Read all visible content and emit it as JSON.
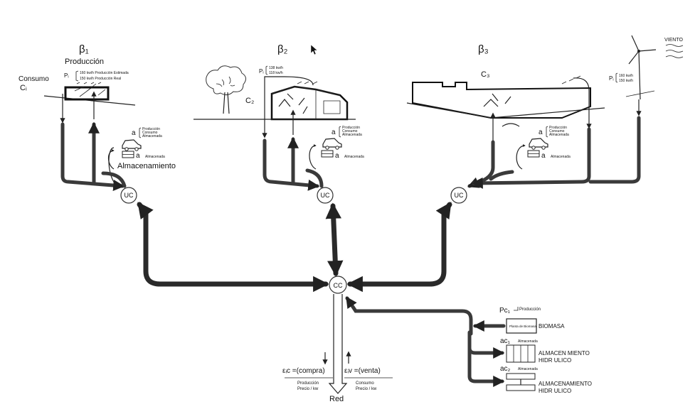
{
  "sites": [
    {
      "beta": "β₁",
      "production_title": "Producción",
      "consumption_label": "Consumo",
      "consumption_symbol": "Cᵢ",
      "p_symbol": "Pᵢ",
      "p_values": [
        "160 kw/h Producción Estimada",
        "150 kw/h Producción Real"
      ],
      "a1_symbol": "a",
      "a1_items": [
        "Producción",
        "Consumo",
        "Almacenada"
      ],
      "a2_symbol": "a",
      "a2_item": "Almacenada",
      "storage_label": "Almacenamiento",
      "node": "UC"
    },
    {
      "beta": "β₂",
      "p_symbol": "Pᵢ",
      "p_values": [
        "138 kw/h",
        "118 kw/h"
      ],
      "c_symbol": "C₂",
      "a1_symbol": "a",
      "a1_items": [
        "Producción",
        "Consumo",
        "Almacenada"
      ],
      "a2_symbol": "a",
      "a2_item": "Almacenada",
      "node": "UC"
    },
    {
      "beta": "β₃",
      "c_symbol": "C₃",
      "p_symbol": "Pᵢ",
      "p_values": [
        "160 kw/h",
        "150 kw/h"
      ],
      "a1_symbol": "a",
      "a1_items": [
        "Producción",
        "Consumo",
        "Almacenada"
      ],
      "a2_symbol": "a",
      "a2_item": "Almacenada",
      "wind_label": "VIENTO",
      "node": "UC"
    }
  ],
  "center": {
    "node": "CC",
    "buy_symbol": "εᵢc =(compra)",
    "sell_symbol": "εᵢv =(venta)",
    "buy_sub": [
      "Producción",
      "Precio / kw"
    ],
    "sell_sub": [
      "Consumo",
      "Precio / kw"
    ],
    "grid_label": "Red"
  },
  "auxiliary": {
    "p_symbol": "Pc₁",
    "p_label": "Producción",
    "plant_box": "Planta de Biomasa",
    "biomass_label": "BIOMASA",
    "a1_symbol": "ac₁",
    "a1_item": "Almacenada",
    "hydro1_label": [
      "ALMACEN MIENTO",
      "HIDR ULICO"
    ],
    "a2_symbol": "ac₂",
    "a2_item": "Almacenada",
    "hydro2_label": [
      "ALMACENAMIENTO",
      "HIDR ULICO"
    ]
  }
}
